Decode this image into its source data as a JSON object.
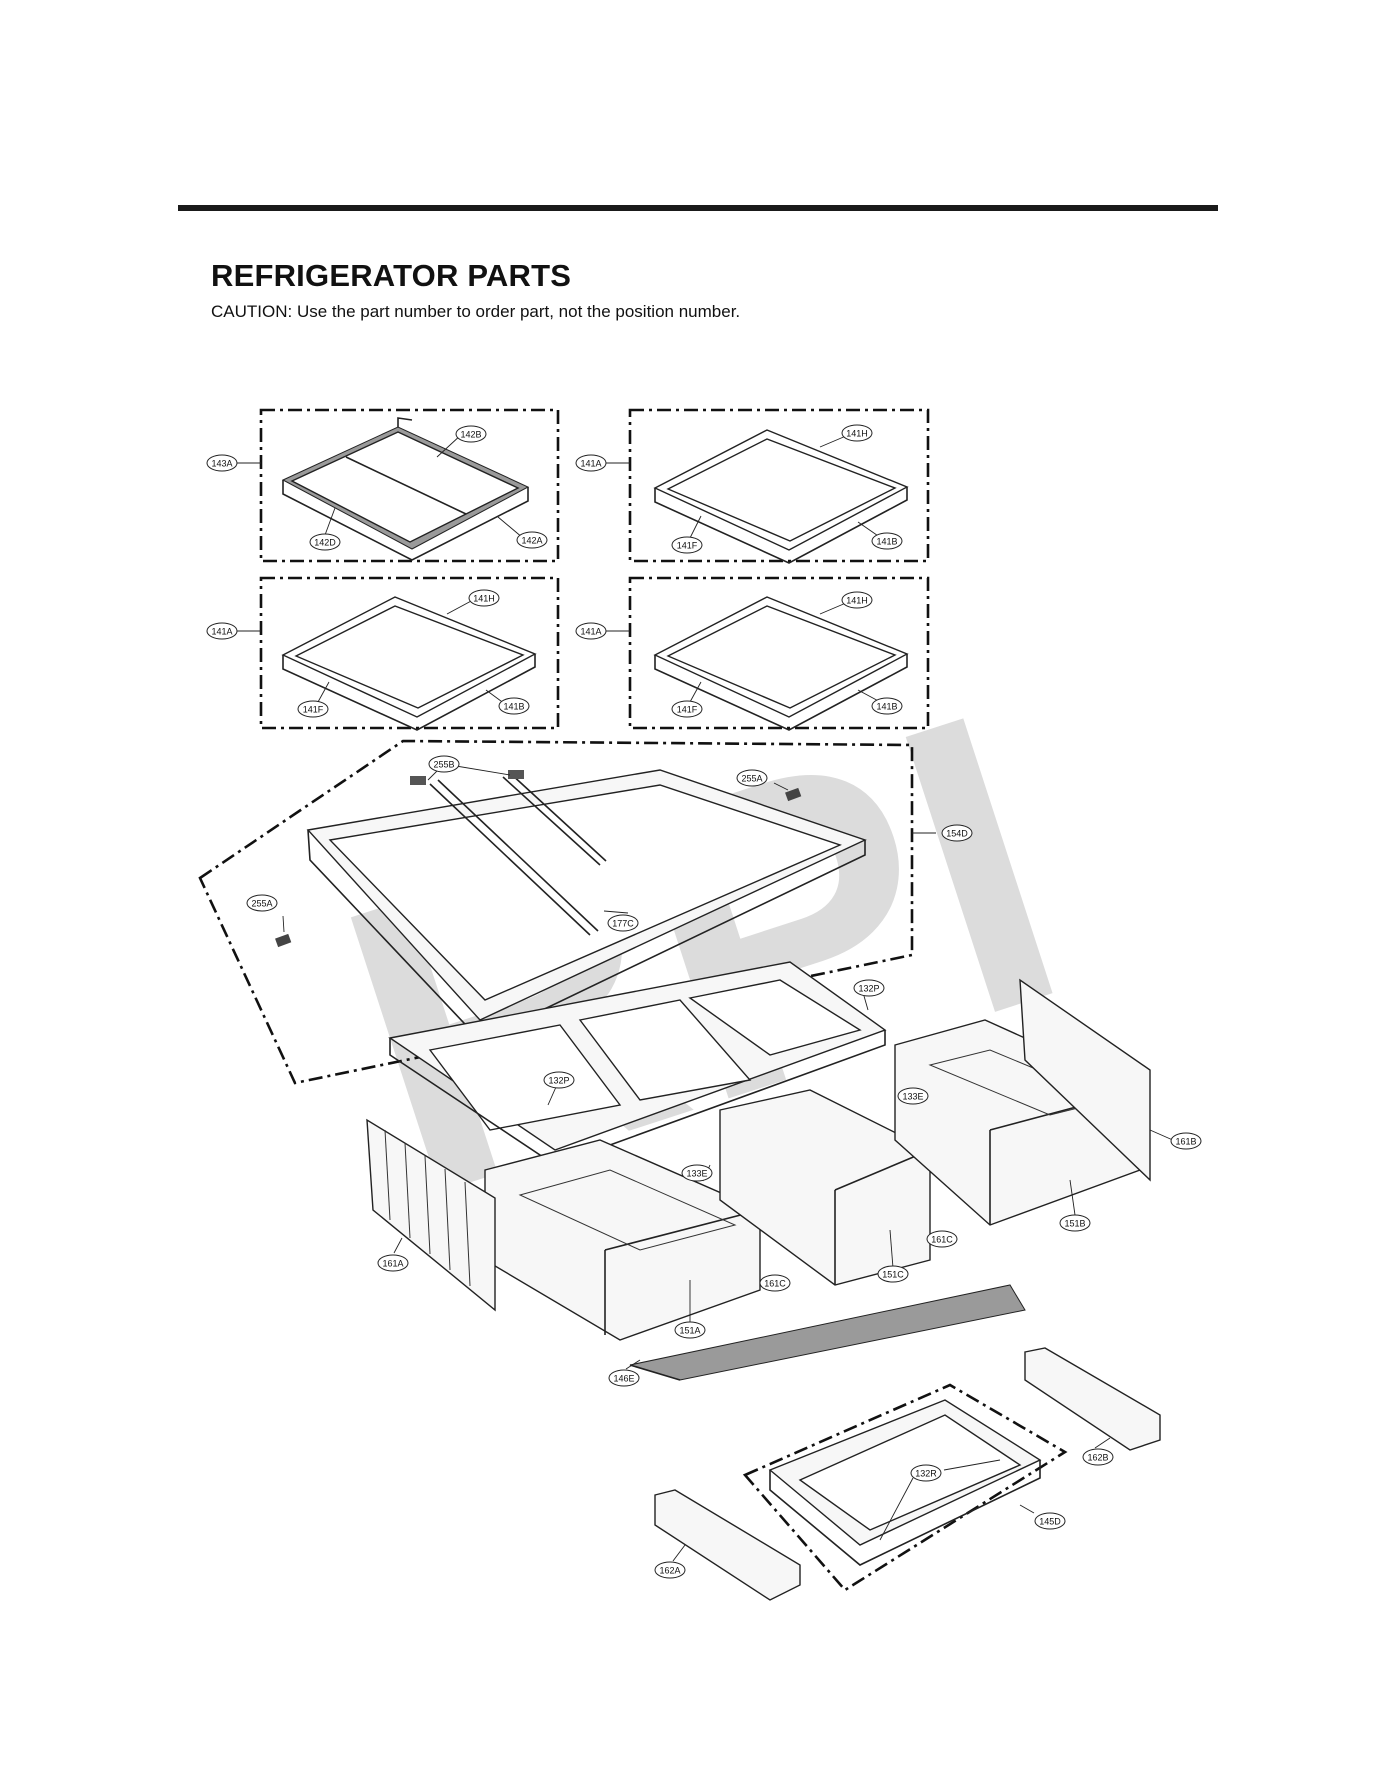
{
  "header": {
    "title": "REFRIGERATOR PARTS",
    "caution": "CAUTION: Use the part number to order part, not the position number."
  },
  "watermark": {
    "text": "RPI",
    "color": "#d9d9d9"
  },
  "callouts": {
    "c143A": "143A",
    "c142B": "142B",
    "c142D": "142D",
    "c142A": "142A",
    "c141A_1": "141A",
    "c141H_1": "141H",
    "c141F_1": "141F",
    "c141B_1": "141B",
    "c141A_2": "141A",
    "c141H_2": "141H",
    "c141F_2": "141F",
    "c141B_2": "141B",
    "c141A_3": "141A",
    "c141H_3": "141H",
    "c141F_3": "141F",
    "c141B_3": "141B",
    "c255B": "255B",
    "c255A_1": "255A",
    "c255A_2": "255A",
    "c154D": "154D",
    "c177C": "177C",
    "c132P_1": "132P",
    "c132P_2": "132P",
    "c133E_1": "133E",
    "c133E_2": "133E",
    "c161B": "161B",
    "c151B": "151B",
    "c161C_1": "161C",
    "c151C": "151C",
    "c161C_2": "161C",
    "c161A": "161A",
    "c151A": "151A",
    "c146E": "146E",
    "c162B": "162B",
    "c132R": "132R",
    "c145D": "145D",
    "c162A": "162A"
  }
}
